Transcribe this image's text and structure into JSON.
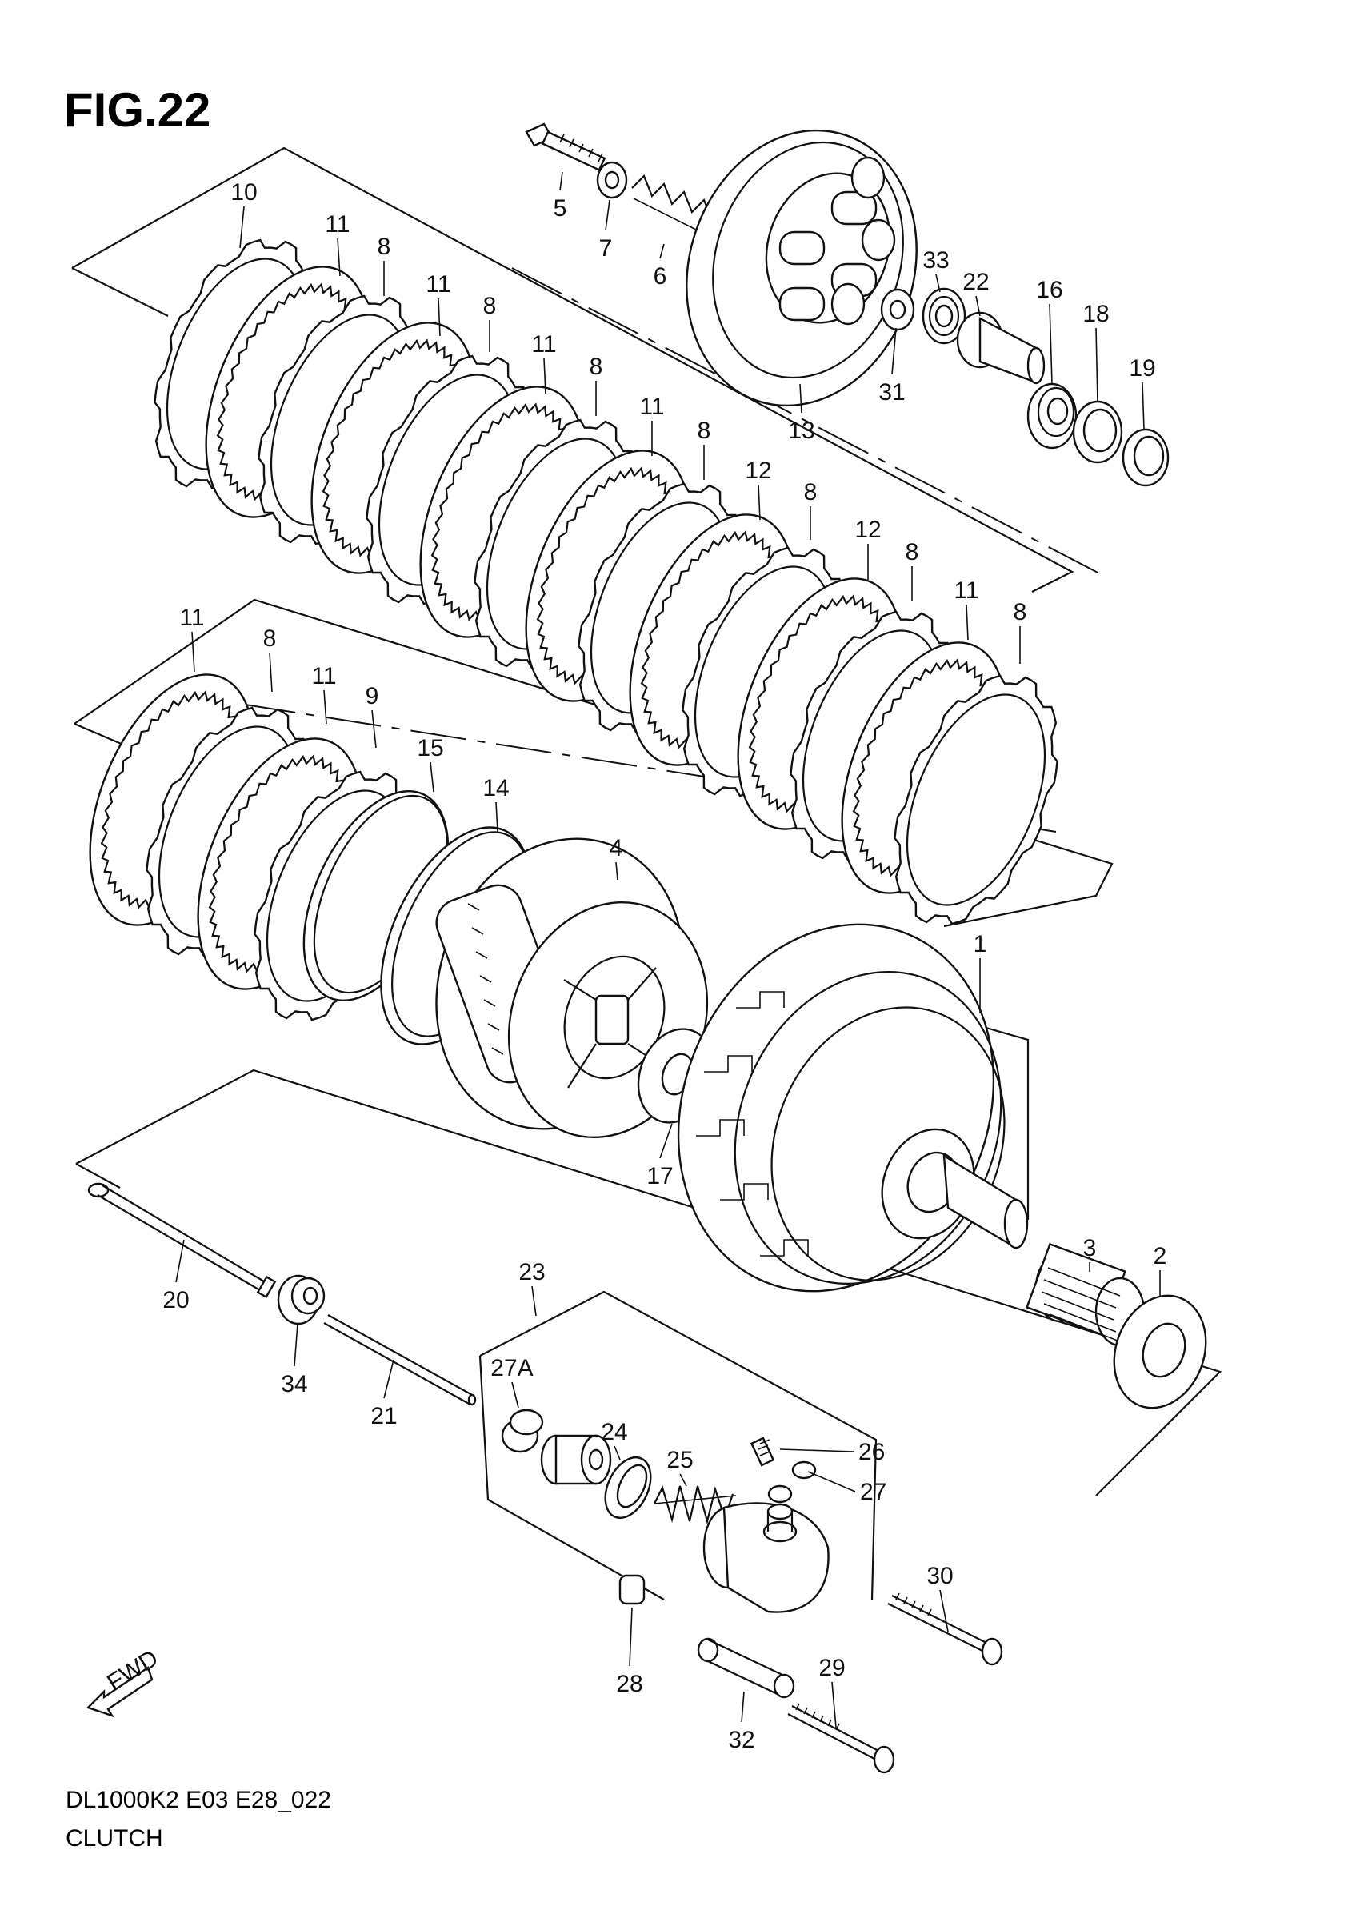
{
  "figure": {
    "title": "FIG.22",
    "model_code": "DL1000K2 E03 E28_022",
    "caption": "CLUTCH",
    "fwd_label": "FWD"
  },
  "callouts": [
    {
      "id": "10",
      "text": "10"
    },
    {
      "id": "11a",
      "text": "11"
    },
    {
      "id": "8a",
      "text": "8"
    },
    {
      "id": "11b",
      "text": "11"
    },
    {
      "id": "8b",
      "text": "8"
    },
    {
      "id": "11c",
      "text": "11"
    },
    {
      "id": "8c",
      "text": "8"
    },
    {
      "id": "11d",
      "text": "11"
    },
    {
      "id": "8d",
      "text": "8"
    },
    {
      "id": "12a",
      "text": "12"
    },
    {
      "id": "8e",
      "text": "8"
    },
    {
      "id": "12b",
      "text": "12"
    },
    {
      "id": "8f",
      "text": "8"
    },
    {
      "id": "11e",
      "text": "11"
    },
    {
      "id": "8g",
      "text": "8"
    },
    {
      "id": "5",
      "text": "5"
    },
    {
      "id": "7",
      "text": "7"
    },
    {
      "id": "6",
      "text": "6"
    },
    {
      "id": "13",
      "text": "13"
    },
    {
      "id": "33",
      "text": "33"
    },
    {
      "id": "22",
      "text": "22"
    },
    {
      "id": "31",
      "text": "31"
    },
    {
      "id": "16",
      "text": "16"
    },
    {
      "id": "18",
      "text": "18"
    },
    {
      "id": "19",
      "text": "19"
    },
    {
      "id": "11f",
      "text": "11"
    },
    {
      "id": "8h",
      "text": "8"
    },
    {
      "id": "11g",
      "text": "11"
    },
    {
      "id": "9",
      "text": "9"
    },
    {
      "id": "15",
      "text": "15"
    },
    {
      "id": "14",
      "text": "14"
    },
    {
      "id": "4",
      "text": "4"
    },
    {
      "id": "1",
      "text": "1"
    },
    {
      "id": "17",
      "text": "17"
    },
    {
      "id": "3",
      "text": "3"
    },
    {
      "id": "2",
      "text": "2"
    },
    {
      "id": "20",
      "text": "20"
    },
    {
      "id": "34",
      "text": "34"
    },
    {
      "id": "21",
      "text": "21"
    },
    {
      "id": "23",
      "text": "23"
    },
    {
      "id": "27A",
      "text": "27A"
    },
    {
      "id": "24",
      "text": "24"
    },
    {
      "id": "25",
      "text": "25"
    },
    {
      "id": "26",
      "text": "26"
    },
    {
      "id": "27",
      "text": "27"
    },
    {
      "id": "30",
      "text": "30"
    },
    {
      "id": "28",
      "text": "28"
    },
    {
      "id": "29",
      "text": "29"
    },
    {
      "id": "32",
      "text": "32"
    }
  ]
}
